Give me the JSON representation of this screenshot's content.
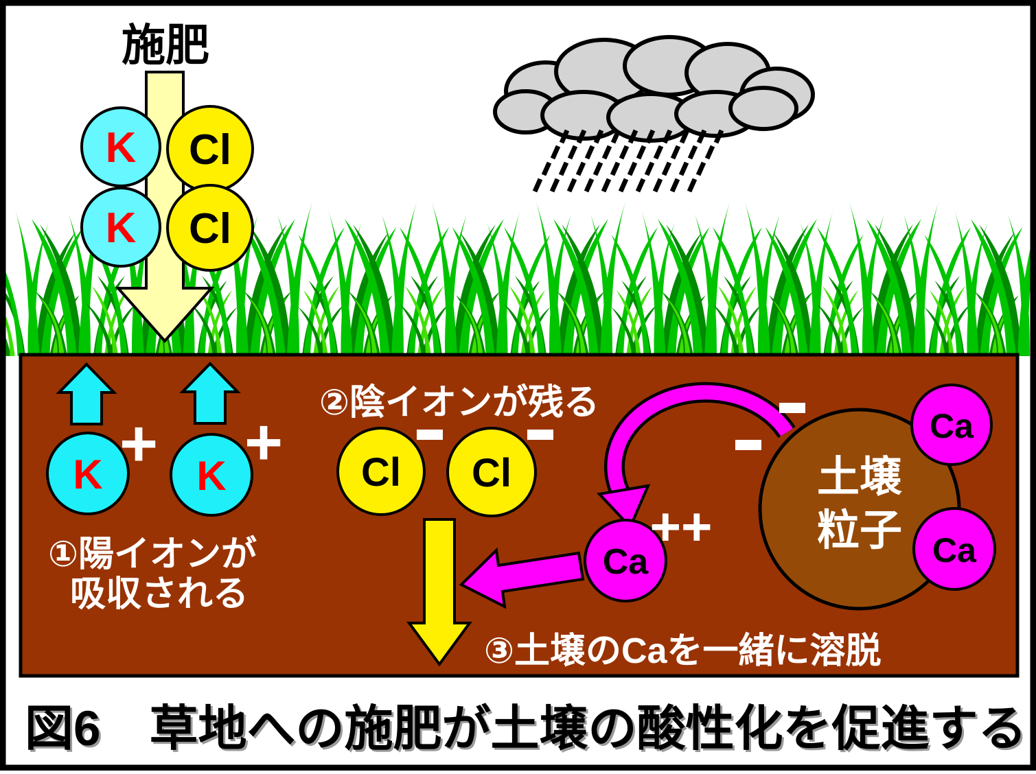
{
  "fertilizer": {
    "title": "施肥",
    "cation": "K",
    "anion": "Cl"
  },
  "sky": {
    "cloud_icon": "rain-cloud-icon"
  },
  "soil": {
    "step1": {
      "line1": "①陽イオンが",
      "line2": "吸収される",
      "ion": "K",
      "charge": "+"
    },
    "step2": {
      "label": "②陰イオンが残る",
      "ion": "Cl",
      "charge": "−"
    },
    "step3": {
      "label": "③土壌のCaを一緒に溶脱",
      "ion": "Ca",
      "charge": "++",
      "particle_charge": "−"
    },
    "particle": {
      "line1": "土壌",
      "line2": "粒子",
      "attached_ion": "Ca"
    }
  },
  "caption": "図6　草地への施肥が土壌の酸性化を促進する",
  "colors": {
    "soil": "#993304",
    "soil_particle": "#964A08",
    "cyan_ion": "#66F7FF",
    "cyan_arrow": "#1FEFF8",
    "yellow_ion": "#FFF000",
    "cream_arrow": "#FFFFAD",
    "magenta": "#FF00FF",
    "k_letter": "#FF0000",
    "grass_bright": "#00C400",
    "grass_dark": "#008A00",
    "grass_light": "#3FE000",
    "cloud_gray": "#D4D4D4"
  }
}
